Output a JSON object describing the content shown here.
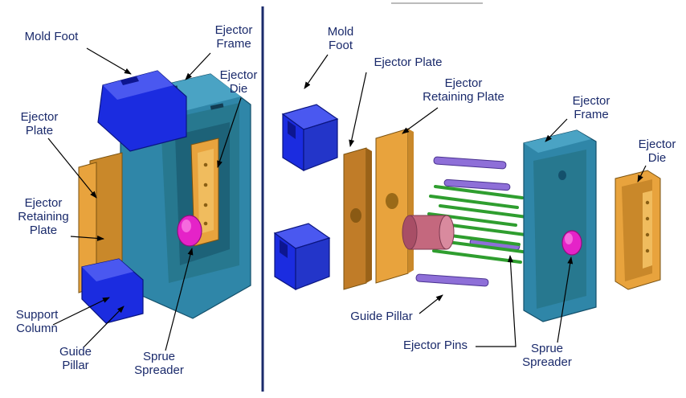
{
  "labels": {
    "left": {
      "mold_foot": "Mold Foot",
      "ejector_frame": "Ejector Frame",
      "ejector_die": "Ejector Die",
      "ejector_plate": "Ejector Plate",
      "ejector_retaining_plate": "Ejector Retaining Plate",
      "support_column": "Support Column",
      "guide_pillar": "Guide Pillar",
      "sprue_spreader": "Sprue Spreader"
    },
    "right": {
      "mold_foot": "Mold Foot",
      "ejector_plate": "Ejector Plate",
      "ejector_retaining_plate": "Ejector Retaining Plate",
      "ejector_frame": "Ejector Frame",
      "ejector_die": "Ejector Die",
      "guide_pillar": "Guide Pillar",
      "ejector_pins": "Ejector Pins",
      "sprue_spreader": "Sprue Spreader"
    }
  },
  "colors": {
    "label_text": "#1a2a6b",
    "blue_part": "#1b2ce0",
    "teal_part": "#2f86a8",
    "orange_part": "#e8a33d",
    "green_pin": "#2f9e2f",
    "purple_pillar": "#8e6fd8",
    "magenta_part": "#e523c8",
    "pink_part": "#c4687e",
    "divider": "#1a2a6b"
  }
}
